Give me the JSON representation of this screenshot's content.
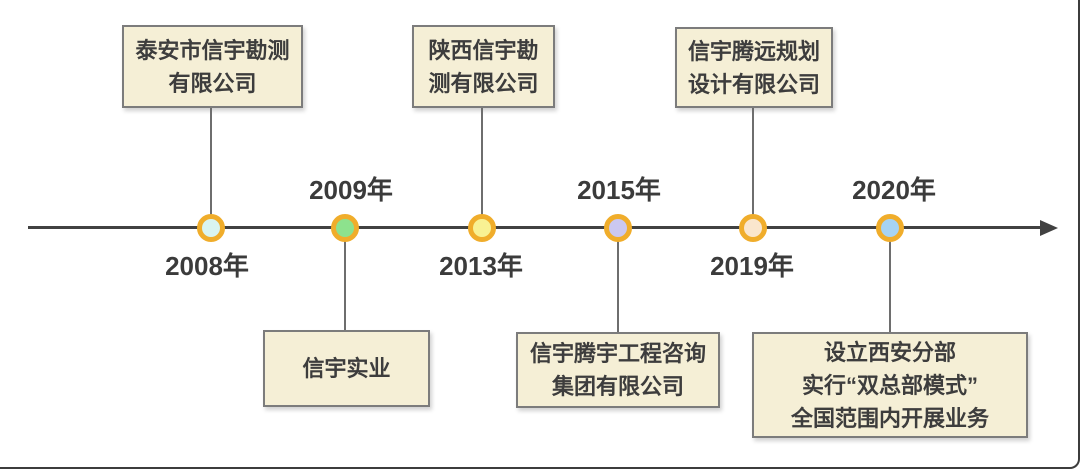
{
  "timeline": {
    "events": [
      {
        "year": "2008年",
        "year_label_position": "below",
        "dot_fill": "#d9f4f0",
        "box_position": "above",
        "box_lines": [
          "泰安市信宇勘测",
          "有限公司"
        ]
      },
      {
        "year": "2009年",
        "year_label_position": "above",
        "dot_fill": "#8de28d",
        "box_position": "below",
        "box_lines": [
          "信宇实业"
        ]
      },
      {
        "year": "2013年",
        "year_label_position": "below",
        "dot_fill": "#f8f193",
        "box_position": "above",
        "box_lines": [
          "陕西信宇勘",
          "测有限公司"
        ]
      },
      {
        "year": "2015年",
        "year_label_position": "above",
        "dot_fill": "#cbc8f0",
        "box_position": "below",
        "box_lines": [
          "信宇腾宇工程咨询",
          "集团有限公司"
        ]
      },
      {
        "year": "2019年",
        "year_label_position": "below",
        "dot_fill": "#fae6cd",
        "box_position": "above",
        "box_lines": [
          "信宇腾远规划",
          "设计有限公司"
        ]
      },
      {
        "year": "2020年",
        "year_label_position": "above",
        "dot_fill": "#a6d3f3",
        "box_position": "below",
        "box_lines": [
          "设立西安分部",
          "实行“双总部模式”",
          "全国范围内开展业务"
        ]
      }
    ],
    "colors": {
      "dot_ring": "#f0ad2b",
      "box_fill": "#f5efd6",
      "box_border": "#7c7c7c",
      "axis": "#414141",
      "text": "#3b3b3b"
    }
  }
}
